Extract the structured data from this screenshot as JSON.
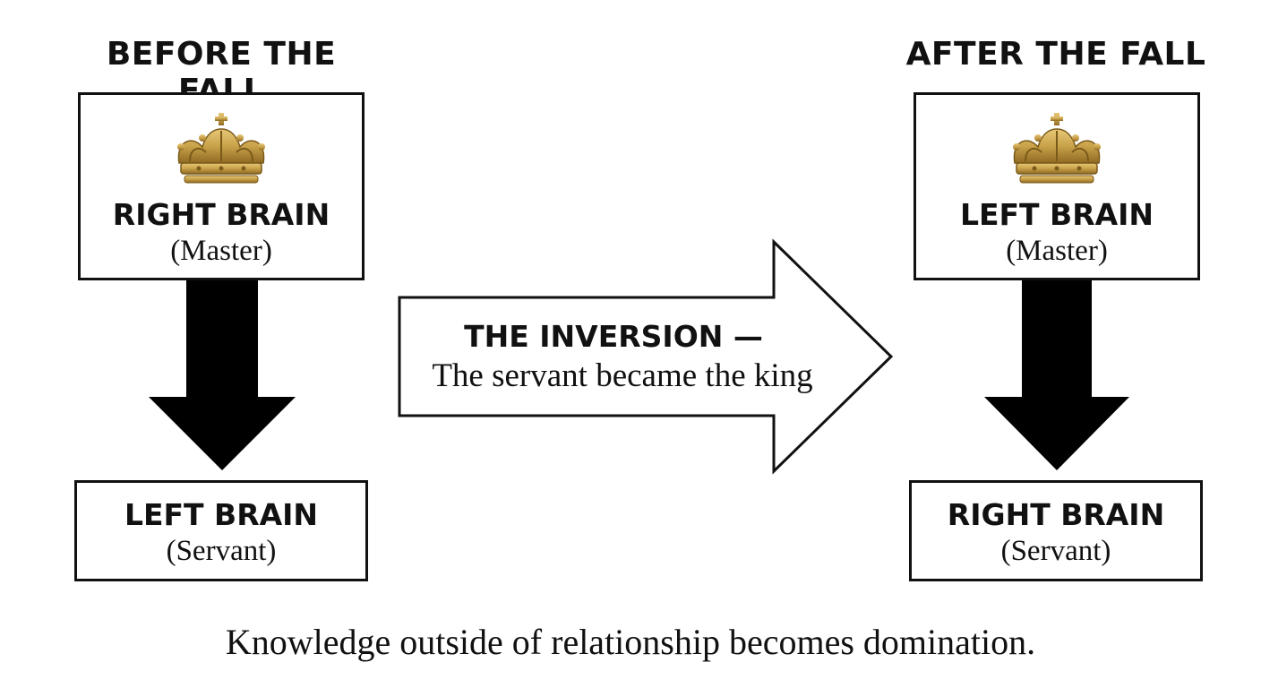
{
  "before": {
    "title": "BEFORE THE FALL",
    "master": {
      "label": "RIGHT BRAIN",
      "role": "(Master)"
    },
    "servant": {
      "label": "LEFT BRAIN",
      "role": "(Servant)"
    }
  },
  "after": {
    "title": "AFTER THE FALL",
    "master": {
      "label": "LEFT BRAIN",
      "role": "(Master)"
    },
    "servant": {
      "label": "RIGHT BRAIN",
      "role": "(Servant)"
    }
  },
  "inversion": {
    "title": "THE INVERSION —",
    "subtitle": "The servant became the king"
  },
  "caption": "Knowledge outside of relationship becomes domination.",
  "colors": {
    "ink": "#111111",
    "crown_gold": "#c9a24a",
    "background": "#ffffff"
  },
  "icons": {
    "master_marker": "crown-icon"
  }
}
